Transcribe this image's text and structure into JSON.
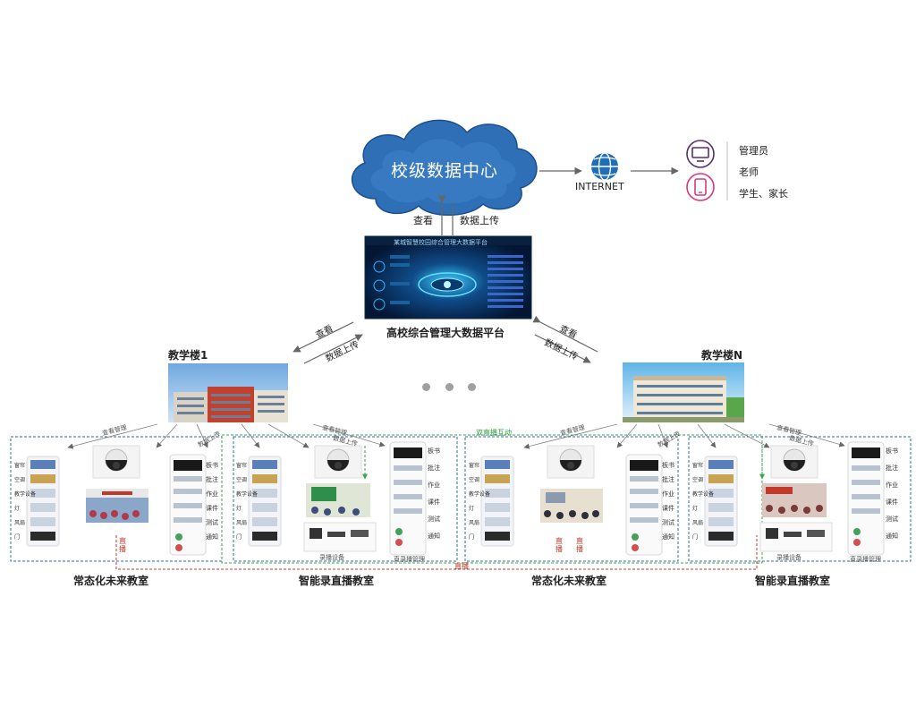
{
  "center": {
    "cloud_label": "校级数据中心",
    "internet_label": "INTERNET",
    "view_label": "查看",
    "upload_label": "数据上传",
    "platform_label": "高校综合管理大数据平台",
    "platform_screen_title": "某城智慧校园综合管理大数据平台"
  },
  "users": [
    "管理员",
    "老师",
    "学生、家长"
  ],
  "links": {
    "left_view": "查看",
    "left_upload": "数据上传",
    "right_view": "查看",
    "right_upload": "数据上传"
  },
  "buildings": [
    {
      "name": "教学楼1"
    },
    {
      "name": "教学楼N"
    }
  ],
  "classroom_labels": [
    "常态化未来教室",
    "智能录直播教室",
    "常态化未来教室",
    "智能录直播教室"
  ],
  "small_labels": {
    "view_manage": "查看管理",
    "data_upload": "数据上传",
    "live": "直播",
    "dual_interact": "双直播互动",
    "record_device": "录播设备",
    "classroom_cloud": "直录播管理"
  },
  "device_rows": [
    "窗帘",
    "空调",
    "教学设备",
    "灯",
    "风扇",
    "门"
  ],
  "app_items": [
    "板书",
    "批注",
    "作业",
    "课件",
    "测试",
    "通知"
  ],
  "colors": {
    "cloud": "#2f6fb6",
    "cloud_light": "#4a8bd0",
    "internet": "#1e6fb8",
    "monitor_icon": "#5a2d6e",
    "phone_icon": "#d63a7a",
    "blue_dashed": "#2d6bb3",
    "green_dashed": "#3aa54b",
    "red_dashed": "#c0392b",
    "arrow": "#666666"
  }
}
